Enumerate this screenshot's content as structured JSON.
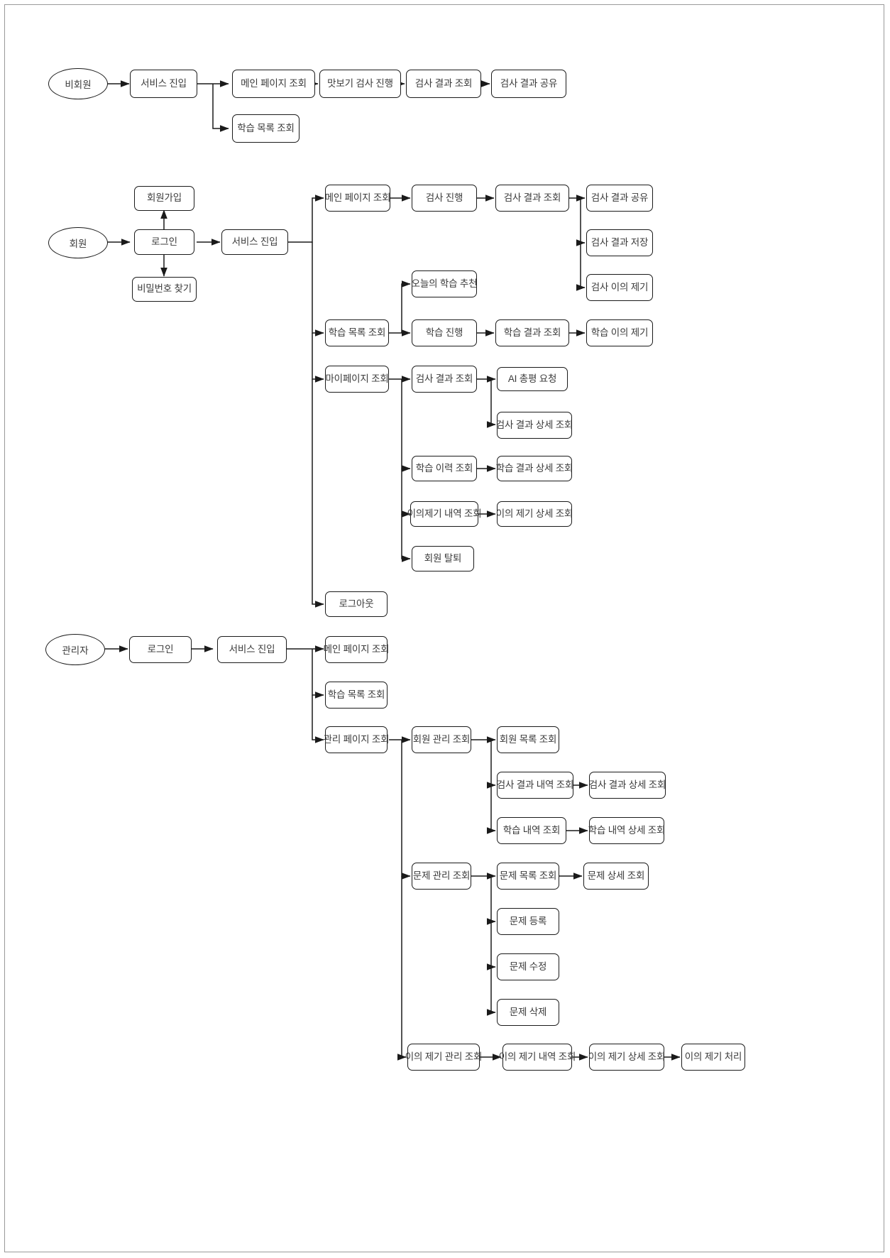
{
  "diagram": {
    "type": "flowchart",
    "orientation": "left-to-right",
    "background_color": "#ffffff",
    "node_border_color": "#1a1a1a",
    "node_text_color": "#3a3a3a",
    "edge_color": "#1a1a1a"
  },
  "sections": [
    {
      "id": "guest",
      "actor": "비회원"
    },
    {
      "id": "member",
      "actor": "회원"
    },
    {
      "id": "admin",
      "actor": "관리자"
    }
  ],
  "nodes": {
    "guest_actor": "비회원",
    "guest_enter": "서비스 진입",
    "guest_main": "메인 페이지 조회",
    "guest_taste_test": "맛보기 검사 진행",
    "guest_result_view": "검사 결과 조회",
    "guest_result_share": "검사 결과 공유",
    "guest_study_list": "학습 목록 조회",
    "member_actor": "회원",
    "member_signup": "회원가입",
    "member_login": "로그인",
    "member_find_pw": "비밀번호 찾기",
    "member_enter": "서비스 진입",
    "member_main": "메인 페이지 조회",
    "member_test_run": "검사 진행",
    "member_result_view": "검사 결과 조회",
    "member_result_share": "검사 결과 공유",
    "member_result_save": "검사 결과 저장",
    "member_test_objection": "검사 이의 제기",
    "member_today_recommend": "오늘의 학습 추천",
    "member_study_list": "학습 목록 조회",
    "member_study_run": "학습 진행",
    "member_study_result": "학습 결과 조회",
    "member_study_objection": "학습 이의 제기",
    "member_mypage": "마이페이지 조회",
    "member_my_result_view": "검사 결과 조회",
    "member_ai_review": "AI 총평 요청",
    "member_result_detail": "검사 결과 상세 조회",
    "member_study_history": "학습 이력 조회",
    "member_study_detail": "학습 결과 상세 조회",
    "member_objection_list": "이의제기 내역 조회",
    "member_objection_detail": "이의 제기 상세 조회",
    "member_withdraw": "회원 탈퇴",
    "member_logout": "로그아웃",
    "admin_actor": "관리자",
    "admin_login": "로그인",
    "admin_enter": "서비스 진입",
    "admin_main": "메인 페이지 조회",
    "admin_study_list": "학습 목록 조회",
    "admin_manage_page": "관리 페이지 조회",
    "admin_member_manage": "회원 관리 조회",
    "admin_member_list": "회원 목록 조회",
    "admin_test_history": "검사 결과 내역 조회",
    "admin_test_detail": "검사 결과 상세 조회",
    "admin_study_history": "학습 내역 조회",
    "admin_study_detail": "학습 내역 상세 조회",
    "admin_problem_manage": "문제 관리 조회",
    "admin_problem_list": "문제 목록 조회",
    "admin_problem_detail": "문제 상세 조회",
    "admin_problem_create": "문제 등록",
    "admin_problem_edit": "문제 수정",
    "admin_problem_delete": "문제 삭제",
    "admin_objection_manage": "이의 제기 관리 조회",
    "admin_objection_list": "이의 제기 내역 조회",
    "admin_objection_detail": "이의 제기 상세 조회",
    "admin_objection_process": "이의 제기 처리"
  }
}
